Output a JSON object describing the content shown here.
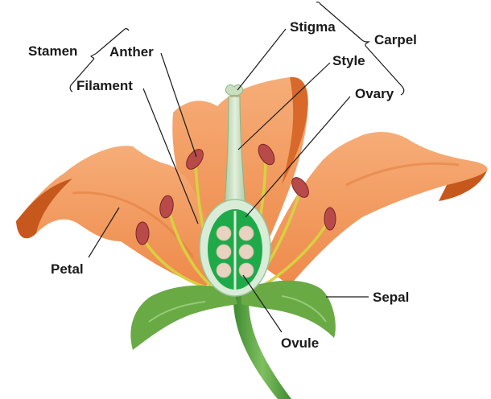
{
  "title": "Parts of a Flower",
  "labels": {
    "stamen": "Stamen",
    "anther": "Anther",
    "filament": "Filament",
    "stigma": "Stigma",
    "carpel": "Carpel",
    "style": "Style",
    "ovary": "Ovary",
    "petal": "Petal",
    "sepal": "Sepal",
    "ovule": "Ovule"
  },
  "groups": [
    {
      "name": "Stamen",
      "parts": [
        "Anther",
        "Filament"
      ]
    },
    {
      "name": "Carpel",
      "parts": [
        "Stigma",
        "Style",
        "Ovary"
      ]
    }
  ],
  "colors": {
    "petal": "#f0965a",
    "petal_dark": "#d9692a",
    "petal_light": "#f8b887",
    "sepal": "#6aaa45",
    "sepal_dark": "#4c8a33",
    "stem": "#5ea044",
    "style": "#c9dfc0",
    "ovary_wall": "#d8ecd8",
    "ovary_inner": "#1faa4a",
    "ovule": "#e8d2c0",
    "anther": "#b84a4a",
    "filament": "#d8d040",
    "line": "#1a1a1a"
  }
}
